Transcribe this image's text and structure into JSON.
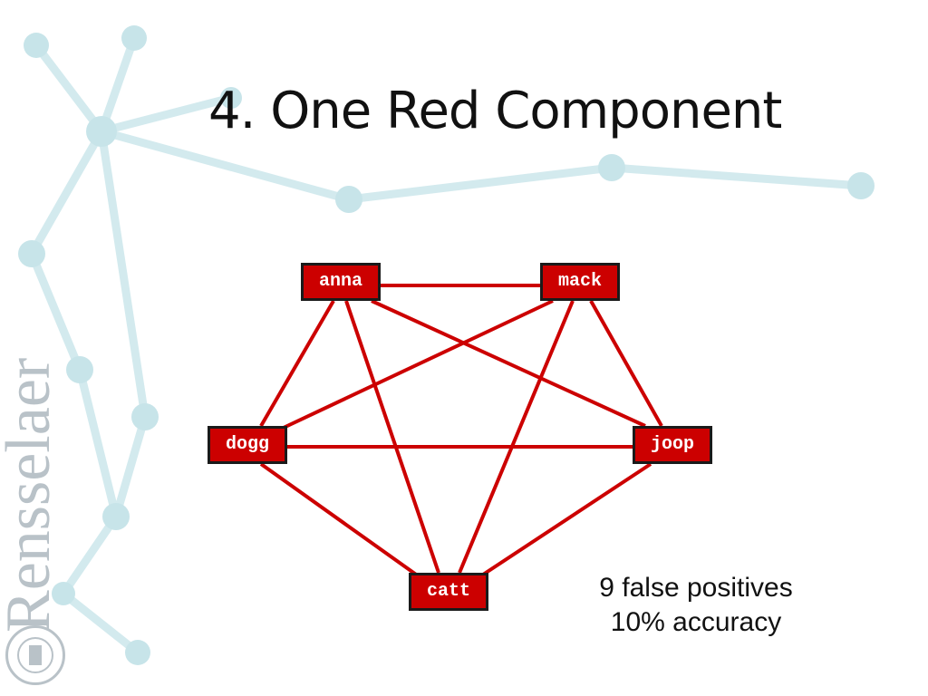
{
  "slide": {
    "title": "4. One Red Component",
    "brand": "Rensselaer"
  },
  "graph": {
    "edge_color": "#cc0000",
    "nodes": [
      {
        "id": "anna",
        "label": "anna"
      },
      {
        "id": "mack",
        "label": "mack"
      },
      {
        "id": "dogg",
        "label": "dogg"
      },
      {
        "id": "joop",
        "label": "joop"
      },
      {
        "id": "catt",
        "label": "catt"
      }
    ],
    "edges": [
      [
        "anna",
        "mack"
      ],
      [
        "anna",
        "dogg"
      ],
      [
        "anna",
        "joop"
      ],
      [
        "anna",
        "catt"
      ],
      [
        "mack",
        "dogg"
      ],
      [
        "mack",
        "joop"
      ],
      [
        "mack",
        "catt"
      ],
      [
        "dogg",
        "joop"
      ],
      [
        "dogg",
        "catt"
      ],
      [
        "joop",
        "catt"
      ]
    ]
  },
  "note": {
    "line1": "9 false positives",
    "line2": "10% accuracy"
  }
}
